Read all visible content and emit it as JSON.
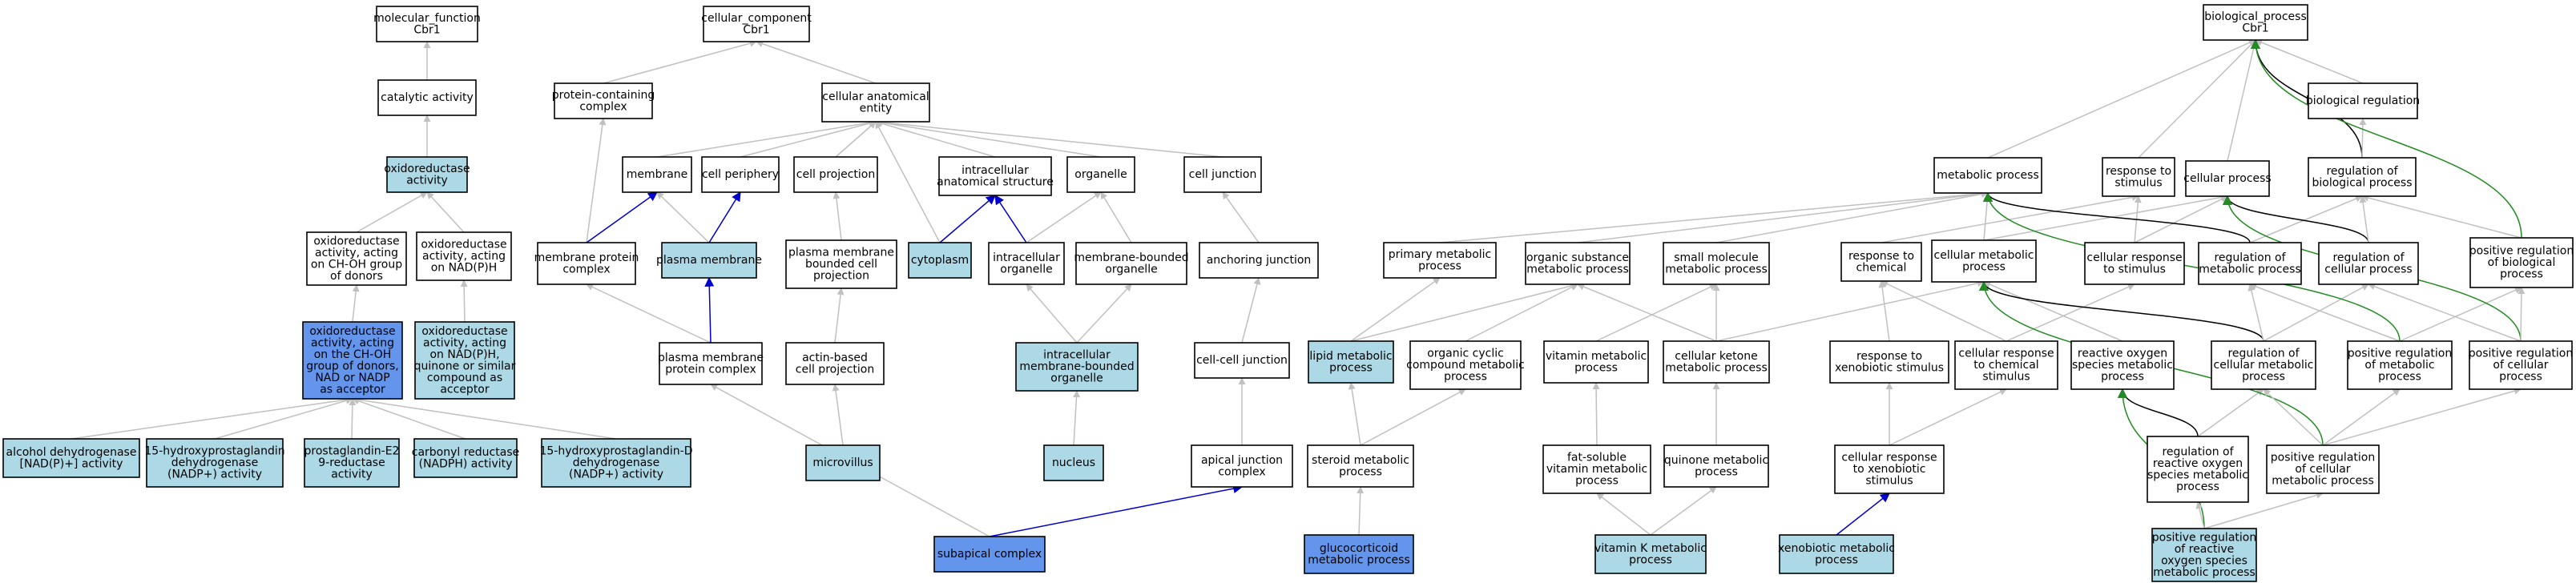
{
  "colors": {
    "fill_default": "#ffffff",
    "fill_light": "#add8e6",
    "fill_dark": "#6495ed",
    "edge_gray": "#c0c0c0",
    "edge_black": "#000000",
    "edge_blue": "#0000cd",
    "edge_green": "#228b22"
  },
  "nodes": [
    {
      "id": "mf_root",
      "lines": [
        "molecular_function",
        "Cbr1"
      ],
      "fill": "default"
    },
    {
      "id": "catalytic",
      "lines": [
        "catalytic activity"
      ],
      "fill": "default"
    },
    {
      "id": "oxidored",
      "lines": [
        "oxidoreductase",
        "activity"
      ],
      "fill": "light"
    },
    {
      "id": "ox_chohgroup",
      "lines": [
        "oxidoreductase",
        "activity, acting",
        "on CH-OH group",
        "of donors"
      ],
      "fill": "default"
    },
    {
      "id": "ox_nadph",
      "lines": [
        "oxidoreductase",
        "activity, acting",
        "on NAD(P)H"
      ],
      "fill": "default"
    },
    {
      "id": "ox_nadacc",
      "lines": [
        "oxidoreductase",
        "activity, acting",
        "on the CH-OH",
        "group of donors,",
        "NAD or NADP",
        "as acceptor"
      ],
      "fill": "dark"
    },
    {
      "id": "ox_quinone",
      "lines": [
        "oxidoreductase",
        "activity, acting",
        "on NAD(P)H,",
        "quinone or similar",
        "compound as",
        "acceptor"
      ],
      "fill": "light"
    },
    {
      "id": "alcohol_dh",
      "lines": [
        "alcohol dehydrogenase",
        "[NAD(P)+] activity"
      ],
      "fill": "light"
    },
    {
      "id": "pg15_dh",
      "lines": [
        "15-hydroxyprostaglandin",
        "dehydrogenase",
        "(NADP+) activity"
      ],
      "fill": "light"
    },
    {
      "id": "pge2_red",
      "lines": [
        "prostaglandin-E2",
        "9-reductase",
        "activity"
      ],
      "fill": "light"
    },
    {
      "id": "carbonyl_red",
      "lines": [
        "carbonyl reductase",
        "(NADPH) activity"
      ],
      "fill": "light"
    },
    {
      "id": "pgd15_dh",
      "lines": [
        "15-hydroxyprostaglandin-D",
        "dehydrogenase",
        "(NADP+) activity"
      ],
      "fill": "light"
    },
    {
      "id": "cc_root",
      "lines": [
        "cellular_component",
        "Cbr1"
      ],
      "fill": "default"
    },
    {
      "id": "prot_complex",
      "lines": [
        "protein-containing",
        "complex"
      ],
      "fill": "default"
    },
    {
      "id": "cell_anat",
      "lines": [
        "cellular anatomical",
        "entity"
      ],
      "fill": "default"
    },
    {
      "id": "membrane",
      "lines": [
        "membrane"
      ],
      "fill": "default"
    },
    {
      "id": "cell_periph",
      "lines": [
        "cell periphery"
      ],
      "fill": "default"
    },
    {
      "id": "cell_proj",
      "lines": [
        "cell projection"
      ],
      "fill": "default"
    },
    {
      "id": "intracell_struct",
      "lines": [
        "intracellular",
        "anatomical structure"
      ],
      "fill": "default"
    },
    {
      "id": "organelle",
      "lines": [
        "organelle"
      ],
      "fill": "default"
    },
    {
      "id": "cell_junction",
      "lines": [
        "cell junction"
      ],
      "fill": "default"
    },
    {
      "id": "mem_prot_complex",
      "lines": [
        "membrane protein",
        "complex"
      ],
      "fill": "default"
    },
    {
      "id": "plasma_mem",
      "lines": [
        "plasma membrane"
      ],
      "fill": "light"
    },
    {
      "id": "pm_bounded_proj",
      "lines": [
        "plasma membrane",
        "bounded cell",
        "projection"
      ],
      "fill": "default"
    },
    {
      "id": "cytoplasm",
      "lines": [
        "cytoplasm"
      ],
      "fill": "light"
    },
    {
      "id": "intracell_org",
      "lines": [
        "intracellular",
        "organelle"
      ],
      "fill": "default"
    },
    {
      "id": "mem_bound_org",
      "lines": [
        "membrane-bounded",
        "organelle"
      ],
      "fill": "default"
    },
    {
      "id": "anchoring_junc",
      "lines": [
        "anchoring junction"
      ],
      "fill": "default"
    },
    {
      "id": "pm_prot_complex",
      "lines": [
        "plasma membrane",
        "protein complex"
      ],
      "fill": "default"
    },
    {
      "id": "actin_proj",
      "lines": [
        "actin-based",
        "cell projection"
      ],
      "fill": "default"
    },
    {
      "id": "intra_mem_org",
      "lines": [
        "intracellular",
        "membrane-bounded",
        "organelle"
      ],
      "fill": "light"
    },
    {
      "id": "cc_junction",
      "lines": [
        "cell-cell junction"
      ],
      "fill": "default"
    },
    {
      "id": "microvillus",
      "lines": [
        "microvillus"
      ],
      "fill": "light"
    },
    {
      "id": "nucleus",
      "lines": [
        "nucleus"
      ],
      "fill": "light"
    },
    {
      "id": "apical_junc",
      "lines": [
        "apical junction",
        "complex"
      ],
      "fill": "default"
    },
    {
      "id": "subapical",
      "lines": [
        "subapical complex"
      ],
      "fill": "dark"
    },
    {
      "id": "bp_root",
      "lines": [
        "biological_process",
        "Cbr1"
      ],
      "fill": "default"
    },
    {
      "id": "bio_reg",
      "lines": [
        "biological regulation"
      ],
      "fill": "default"
    },
    {
      "id": "metab_proc",
      "lines": [
        "metabolic process"
      ],
      "fill": "default"
    },
    {
      "id": "resp_stim",
      "lines": [
        "response to",
        "stimulus"
      ],
      "fill": "default"
    },
    {
      "id": "cell_proc",
      "lines": [
        "cellular process"
      ],
      "fill": "default"
    },
    {
      "id": "reg_bio_proc",
      "lines": [
        "regulation of",
        "biological process"
      ],
      "fill": "default"
    },
    {
      "id": "prim_metab",
      "lines": [
        "primary metabolic",
        "process"
      ],
      "fill": "default"
    },
    {
      "id": "org_sub_metab",
      "lines": [
        "organic substance",
        "metabolic process"
      ],
      "fill": "default"
    },
    {
      "id": "small_mol_metab",
      "lines": [
        "small molecule",
        "metabolic process"
      ],
      "fill": "default"
    },
    {
      "id": "resp_chem",
      "lines": [
        "response to",
        "chemical"
      ],
      "fill": "default"
    },
    {
      "id": "cell_metab",
      "lines": [
        "cellular metabolic",
        "process"
      ],
      "fill": "default"
    },
    {
      "id": "cell_resp_stim",
      "lines": [
        "cellular response",
        "to stimulus"
      ],
      "fill": "default"
    },
    {
      "id": "reg_metab",
      "lines": [
        "regulation of",
        "metabolic process"
      ],
      "fill": "default"
    },
    {
      "id": "reg_cell_proc",
      "lines": [
        "regulation of",
        "cellular process"
      ],
      "fill": "default"
    },
    {
      "id": "pos_reg_bio",
      "lines": [
        "positive regulation",
        "of biological",
        "process"
      ],
      "fill": "default"
    },
    {
      "id": "lipid_metab",
      "lines": [
        "lipid metabolic",
        "process"
      ],
      "fill": "light"
    },
    {
      "id": "org_cyclic",
      "lines": [
        "organic cyclic",
        "compound metabolic",
        "process"
      ],
      "fill": "default"
    },
    {
      "id": "vitamin_metab",
      "lines": [
        "vitamin metabolic",
        "process"
      ],
      "fill": "default"
    },
    {
      "id": "cell_ketone",
      "lines": [
        "cellular ketone",
        "metabolic process"
      ],
      "fill": "default"
    },
    {
      "id": "resp_xeno",
      "lines": [
        "response to",
        "xenobiotic stimulus"
      ],
      "fill": "default"
    },
    {
      "id": "cell_resp_chem",
      "lines": [
        "cellular response",
        "to chemical",
        "stimulus"
      ],
      "fill": "default"
    },
    {
      "id": "ros_metab",
      "lines": [
        "reactive oxygen",
        "species metabolic",
        "process"
      ],
      "fill": "default"
    },
    {
      "id": "reg_cell_metab",
      "lines": [
        "regulation of",
        "cellular metabolic",
        "process"
      ],
      "fill": "default"
    },
    {
      "id": "pos_reg_metab",
      "lines": [
        "positive regulation",
        "of metabolic",
        "process"
      ],
      "fill": "default"
    },
    {
      "id": "pos_reg_cell_proc",
      "lines": [
        "positive regulation",
        "of cellular",
        "process"
      ],
      "fill": "default"
    },
    {
      "id": "steroid_metab",
      "lines": [
        "steroid metabolic",
        "process"
      ],
      "fill": "default"
    },
    {
      "id": "fat_sol_vit",
      "lines": [
        "fat-soluble",
        "vitamin metabolic",
        "process"
      ],
      "fill": "default"
    },
    {
      "id": "quinone_metab",
      "lines": [
        "quinone metabolic",
        "process"
      ],
      "fill": "default"
    },
    {
      "id": "cell_resp_xeno",
      "lines": [
        "cellular response",
        "to xenobiotic",
        "stimulus"
      ],
      "fill": "default"
    },
    {
      "id": "reg_ros_metab",
      "lines": [
        "regulation of",
        "reactive oxygen",
        "species metabolic",
        "process"
      ],
      "fill": "default"
    },
    {
      "id": "pos_reg_cell_metab",
      "lines": [
        "positive regulation",
        "of cellular",
        "metabolic process"
      ],
      "fill": "default"
    },
    {
      "id": "glucocorticoid",
      "lines": [
        "glucocorticoid",
        "metabolic process"
      ],
      "fill": "dark"
    },
    {
      "id": "vitk_metab",
      "lines": [
        "vitamin K metabolic",
        "process"
      ],
      "fill": "light"
    },
    {
      "id": "xeno_metab",
      "lines": [
        "xenobiotic metabolic",
        "process"
      ],
      "fill": "light"
    },
    {
      "id": "pos_reg_ros",
      "lines": [
        "positive regulation",
        "of reactive",
        "oxygen species",
        "metabolic process"
      ],
      "fill": "light"
    }
  ],
  "edges": [
    {
      "from": "catalytic",
      "to": "mf_root",
      "color": "gray"
    },
    {
      "from": "oxidored",
      "to": "catalytic",
      "color": "gray"
    },
    {
      "from": "ox_chohgroup",
      "to": "oxidored",
      "color": "gray"
    },
    {
      "from": "ox_nadph",
      "to": "oxidored",
      "color": "gray"
    },
    {
      "from": "ox_nadacc",
      "to": "ox_chohgroup",
      "color": "gray"
    },
    {
      "from": "ox_quinone",
      "to": "ox_nadph",
      "color": "gray"
    },
    {
      "from": "alcohol_dh",
      "to": "ox_nadacc",
      "color": "gray"
    },
    {
      "from": "pg15_dh",
      "to": "ox_nadacc",
      "color": "gray"
    },
    {
      "from": "pge2_red",
      "to": "ox_nadacc",
      "color": "gray"
    },
    {
      "from": "carbonyl_red",
      "to": "ox_nadacc",
      "color": "gray"
    },
    {
      "from": "pgd15_dh",
      "to": "ox_nadacc",
      "color": "gray"
    },
    {
      "from": "prot_complex",
      "to": "cc_root",
      "color": "gray"
    },
    {
      "from": "cell_anat",
      "to": "cc_root",
      "color": "gray"
    },
    {
      "from": "membrane",
      "to": "cell_anat",
      "color": "gray"
    },
    {
      "from": "cell_periph",
      "to": "cell_anat",
      "color": "gray"
    },
    {
      "from": "cell_proj",
      "to": "cell_anat",
      "color": "gray"
    },
    {
      "from": "intracell_struct",
      "to": "cell_anat",
      "color": "gray"
    },
    {
      "from": "organelle",
      "to": "cell_anat",
      "color": "gray"
    },
    {
      "from": "cell_junction",
      "to": "cell_anat",
      "color": "gray"
    },
    {
      "from": "cytoplasm",
      "to": "cell_anat",
      "color": "gray"
    },
    {
      "from": "mem_prot_complex",
      "to": "prot_complex",
      "color": "gray"
    },
    {
      "from": "mem_prot_complex",
      "to": "membrane",
      "color": "blue"
    },
    {
      "from": "plasma_mem",
      "to": "membrane",
      "color": "gray"
    },
    {
      "from": "plasma_mem",
      "to": "cell_periph",
      "color": "blue"
    },
    {
      "from": "pm_bounded_proj",
      "to": "cell_proj",
      "color": "gray"
    },
    {
      "from": "cytoplasm",
      "to": "intracell_struct",
      "color": "blue"
    },
    {
      "from": "intracell_org",
      "to": "intracell_struct",
      "color": "blue"
    },
    {
      "from": "intracell_org",
      "to": "organelle",
      "color": "gray"
    },
    {
      "from": "mem_bound_org",
      "to": "organelle",
      "color": "gray"
    },
    {
      "from": "anchoring_junc",
      "to": "cell_junction",
      "color": "gray"
    },
    {
      "from": "pm_prot_complex",
      "to": "mem_prot_complex",
      "color": "gray"
    },
    {
      "from": "pm_prot_complex",
      "to": "plasma_mem",
      "color": "blue"
    },
    {
      "from": "actin_proj",
      "to": "pm_bounded_proj",
      "color": "gray"
    },
    {
      "from": "intra_mem_org",
      "to": "intracell_org",
      "color": "gray"
    },
    {
      "from": "intra_mem_org",
      "to": "mem_bound_org",
      "color": "gray"
    },
    {
      "from": "cc_junction",
      "to": "anchoring_junc",
      "color": "gray"
    },
    {
      "from": "microvillus",
      "to": "actin_proj",
      "color": "gray"
    },
    {
      "from": "nucleus",
      "to": "intra_mem_org",
      "color": "gray"
    },
    {
      "from": "apical_junc",
      "to": "cc_junction",
      "color": "gray"
    },
    {
      "from": "subapical",
      "to": "pm_prot_complex",
      "color": "gray"
    },
    {
      "from": "subapical",
      "to": "apical_junc",
      "color": "blue"
    },
    {
      "from": "bio_reg",
      "to": "bp_root",
      "color": "gray"
    },
    {
      "from": "metab_proc",
      "to": "bp_root",
      "color": "gray"
    },
    {
      "from": "resp_stim",
      "to": "bp_root",
      "color": "gray"
    },
    {
      "from": "cell_proc",
      "to": "bp_root",
      "color": "gray"
    },
    {
      "from": "reg_bio_proc",
      "to": "bp_root",
      "color": "black"
    },
    {
      "from": "reg_bio_proc",
      "to": "bio_reg",
      "color": "gray"
    },
    {
      "from": "pos_reg_bio",
      "to": "bp_root",
      "color": "green"
    },
    {
      "from": "pos_reg_bio",
      "to": "reg_bio_proc",
      "color": "gray"
    },
    {
      "from": "prim_metab",
      "to": "metab_proc",
      "color": "gray"
    },
    {
      "from": "org_sub_metab",
      "to": "metab_proc",
      "color": "gray"
    },
    {
      "from": "small_mol_metab",
      "to": "metab_proc",
      "color": "gray"
    },
    {
      "from": "resp_chem",
      "to": "resp_stim",
      "color": "gray"
    },
    {
      "from": "cell_metab",
      "to": "metab_proc",
      "color": "gray"
    },
    {
      "from": "cell_metab",
      "to": "cell_proc",
      "color": "gray"
    },
    {
      "from": "cell_resp_stim",
      "to": "resp_stim",
      "color": "gray"
    },
    {
      "from": "cell_resp_stim",
      "to": "cell_proc",
      "color": "gray"
    },
    {
      "from": "reg_metab",
      "to": "metab_proc",
      "color": "black"
    },
    {
      "from": "reg_metab",
      "to": "reg_bio_proc",
      "color": "gray"
    },
    {
      "from": "reg_cell_proc",
      "to": "cell_proc",
      "color": "black"
    },
    {
      "from": "reg_cell_proc",
      "to": "reg_bio_proc",
      "color": "gray"
    },
    {
      "from": "lipid_metab",
      "to": "prim_metab",
      "color": "gray"
    },
    {
      "from": "lipid_metab",
      "to": "org_sub_metab",
      "color": "gray"
    },
    {
      "from": "org_cyclic",
      "to": "org_sub_metab",
      "color": "gray"
    },
    {
      "from": "vitamin_metab",
      "to": "small_mol_metab",
      "color": "gray"
    },
    {
      "from": "cell_ketone",
      "to": "org_sub_metab",
      "color": "gray"
    },
    {
      "from": "cell_ketone",
      "to": "small_mol_metab",
      "color": "gray"
    },
    {
      "from": "cell_ketone",
      "to": "cell_metab",
      "color": "gray"
    },
    {
      "from": "resp_xeno",
      "to": "resp_chem",
      "color": "gray"
    },
    {
      "from": "cell_resp_chem",
      "to": "resp_chem",
      "color": "gray"
    },
    {
      "from": "cell_resp_chem",
      "to": "cell_resp_stim",
      "color": "gray"
    },
    {
      "from": "ros_metab",
      "to": "cell_metab",
      "color": "gray"
    },
    {
      "from": "reg_cell_metab",
      "to": "cell_metab",
      "color": "black"
    },
    {
      "from": "reg_cell_metab",
      "to": "reg_metab",
      "color": "gray"
    },
    {
      "from": "reg_cell_metab",
      "to": "reg_cell_proc",
      "color": "gray"
    },
    {
      "from": "pos_reg_metab",
      "to": "metab_proc",
      "color": "green"
    },
    {
      "from": "pos_reg_metab",
      "to": "reg_metab",
      "color": "gray"
    },
    {
      "from": "pos_reg_metab",
      "to": "pos_reg_bio",
      "color": "gray"
    },
    {
      "from": "pos_reg_cell_proc",
      "to": "cell_proc",
      "color": "green"
    },
    {
      "from": "pos_reg_cell_proc",
      "to": "reg_cell_proc",
      "color": "gray"
    },
    {
      "from": "pos_reg_cell_proc",
      "to": "pos_reg_bio",
      "color": "gray"
    },
    {
      "from": "steroid_metab",
      "to": "lipid_metab",
      "color": "gray"
    },
    {
      "from": "steroid_metab",
      "to": "org_cyclic",
      "color": "gray"
    },
    {
      "from": "fat_sol_vit",
      "to": "vitamin_metab",
      "color": "gray"
    },
    {
      "from": "quinone_metab",
      "to": "cell_ketone",
      "color": "gray"
    },
    {
      "from": "cell_resp_xeno",
      "to": "resp_xeno",
      "color": "gray"
    },
    {
      "from": "cell_resp_xeno",
      "to": "cell_resp_chem",
      "color": "gray"
    },
    {
      "from": "reg_ros_metab",
      "to": "ros_metab",
      "color": "black"
    },
    {
      "from": "reg_ros_metab",
      "to": "reg_cell_metab",
      "color": "gray"
    },
    {
      "from": "pos_reg_cell_metab",
      "to": "cell_metab",
      "color": "green"
    },
    {
      "from": "pos_reg_cell_metab",
      "to": "reg_cell_metab",
      "color": "gray"
    },
    {
      "from": "pos_reg_cell_metab",
      "to": "pos_reg_metab",
      "color": "gray"
    },
    {
      "from": "pos_reg_cell_metab",
      "to": "pos_reg_cell_proc",
      "color": "gray"
    },
    {
      "from": "glucocorticoid",
      "to": "steroid_metab",
      "color": "gray"
    },
    {
      "from": "vitk_metab",
      "to": "fat_sol_vit",
      "color": "gray"
    },
    {
      "from": "vitk_metab",
      "to": "quinone_metab",
      "color": "gray"
    },
    {
      "from": "xeno_metab",
      "to": "cell_resp_xeno",
      "color": "blue"
    },
    {
      "from": "pos_reg_ros",
      "to": "ros_metab",
      "color": "green"
    },
    {
      "from": "pos_reg_ros",
      "to": "reg_ros_metab",
      "color": "gray"
    },
    {
      "from": "pos_reg_ros",
      "to": "pos_reg_cell_metab",
      "color": "gray"
    }
  ]
}
